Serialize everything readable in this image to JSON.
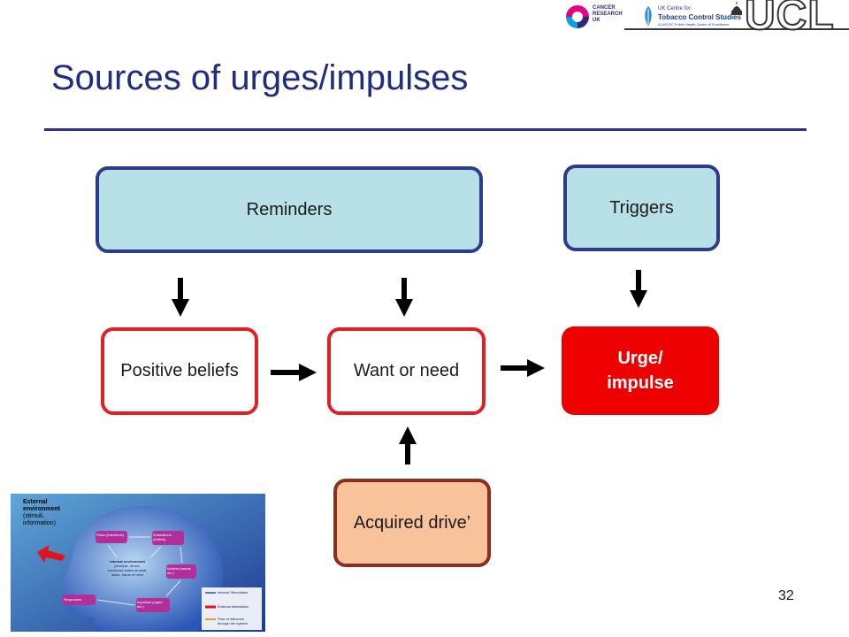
{
  "header": {
    "cancer_research_lines": [
      "CANCER",
      "RESEARCH",
      "UK"
    ],
    "tobacco_lines": [
      "UK Centre for",
      "Tobacco Control Studies",
      "A UKCRC Public Health Centre of Excellence"
    ],
    "ucl_text": "UCL"
  },
  "title": "Sources of urges/impulses",
  "nodes": {
    "reminders": "Reminders",
    "triggers": "Triggers",
    "positive_beliefs": "Positive beliefs",
    "want_or_need": "Want or need",
    "urge_line1": "Urge/",
    "urge_line2": "impulse",
    "acquired_drive": "Acquired drive’"
  },
  "thumbnail": {
    "external": [
      "External",
      "environment",
      "(stimuli,",
      "information)"
    ],
    "plans": "Plans (intentions)",
    "evaluations": "Evaluations (beliefs)",
    "internal": [
      "Internal environment",
      "percepts, drives,",
      "emotional states,arousal,",
      "ideas, frame of mind"
    ],
    "motives": "Motives (wants etc.)",
    "responses": "Responses",
    "impulses": "Impulses (urges etc.)",
    "legend": [
      "Internal Stimulation",
      "External stimulation",
      "Flow of influence",
      "through the system"
    ]
  },
  "colors": {
    "title": "#1f2d7e",
    "blue_fill": "#b7e1e6",
    "blue_border": "#2e3a8c",
    "red": "#e31e24",
    "urge_fill": "#ee0000",
    "orange_fill": "#f8c39b",
    "orange_border": "#8b2e1f"
  },
  "page_number": "32"
}
